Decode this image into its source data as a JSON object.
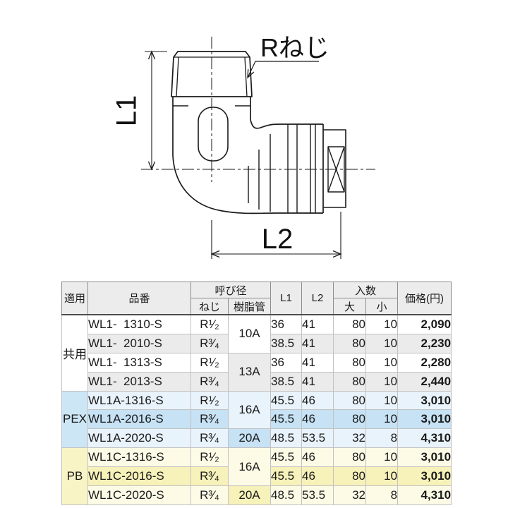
{
  "drawing": {
    "thread_label": "Rねじ",
    "dim_l1": "L1",
    "dim_l2": "L2"
  },
  "table": {
    "headers": {
      "apply": "適用",
      "part": "品番",
      "diameter": "呼び径",
      "thread": "ねじ",
      "resin_pipe": "樹脂管",
      "l1": "L1",
      "l2": "L2",
      "quantity": "入数",
      "large": "大",
      "small": "小",
      "price": "価格(円)"
    },
    "groups": [
      {
        "label": "共用"
      },
      {
        "label": "PEX"
      },
      {
        "label": "PB"
      }
    ],
    "rows": [
      {
        "part": "WL1-  1310-S",
        "thread": "R¹⁄₂",
        "pipe": "10A",
        "l1": "36",
        "l2": "41",
        "large": "80",
        "small": "10",
        "price": "2,090"
      },
      {
        "part": "WL1-  2010-S",
        "thread": "R³⁄₄",
        "l1": "38.5",
        "l2": "41",
        "large": "80",
        "small": "10",
        "price": "2,230"
      },
      {
        "part": "WL1-  1313-S",
        "thread": "R¹⁄₂",
        "pipe": "13A",
        "l1": "36",
        "l2": "41",
        "large": "80",
        "small": "10",
        "price": "2,280"
      },
      {
        "part": "WL1-  2013-S",
        "thread": "R³⁄₄",
        "l1": "38.5",
        "l2": "41",
        "large": "80",
        "small": "10",
        "price": "2,440"
      },
      {
        "part": "WL1A-1316-S",
        "thread": "R¹⁄₂",
        "pipe": "16A",
        "l1": "45.5",
        "l2": "46",
        "large": "80",
        "small": "10",
        "price": "3,010"
      },
      {
        "part": "WL1A-2016-S",
        "thread": "R³⁄₄",
        "l1": "45.5",
        "l2": "46",
        "large": "80",
        "small": "10",
        "price": "3,010"
      },
      {
        "part": "WL1A-2020-S",
        "thread": "R³⁄₄",
        "pipe": "20A",
        "l1": "48.5",
        "l2": "53.5",
        "large": "32",
        "small": "8",
        "price": "4,310"
      },
      {
        "part": "WL1C-1316-S",
        "thread": "R¹⁄₂",
        "pipe": "16A",
        "l1": "45.5",
        "l2": "46",
        "large": "80",
        "small": "10",
        "price": "3,010"
      },
      {
        "part": "WL1C-2016-S",
        "thread": "R³⁄₄",
        "l1": "45.5",
        "l2": "46",
        "large": "80",
        "small": "10",
        "price": "3,010"
      },
      {
        "part": "WL1C-2020-S",
        "thread": "R³⁄₄",
        "pipe": "20A",
        "l1": "48.5",
        "l2": "53.5",
        "large": "32",
        "small": "8",
        "price": "4,310"
      }
    ]
  },
  "colors": {
    "pex_blue_light": "#e9f3fb",
    "pex_blue_medium": "#c6e2f4",
    "pb_yellow_light": "#fdfbe6",
    "pb_yellow_medium": "#f7f1ba",
    "stripe_gray": "#ebebeb",
    "header_gray": "#ececec"
  }
}
